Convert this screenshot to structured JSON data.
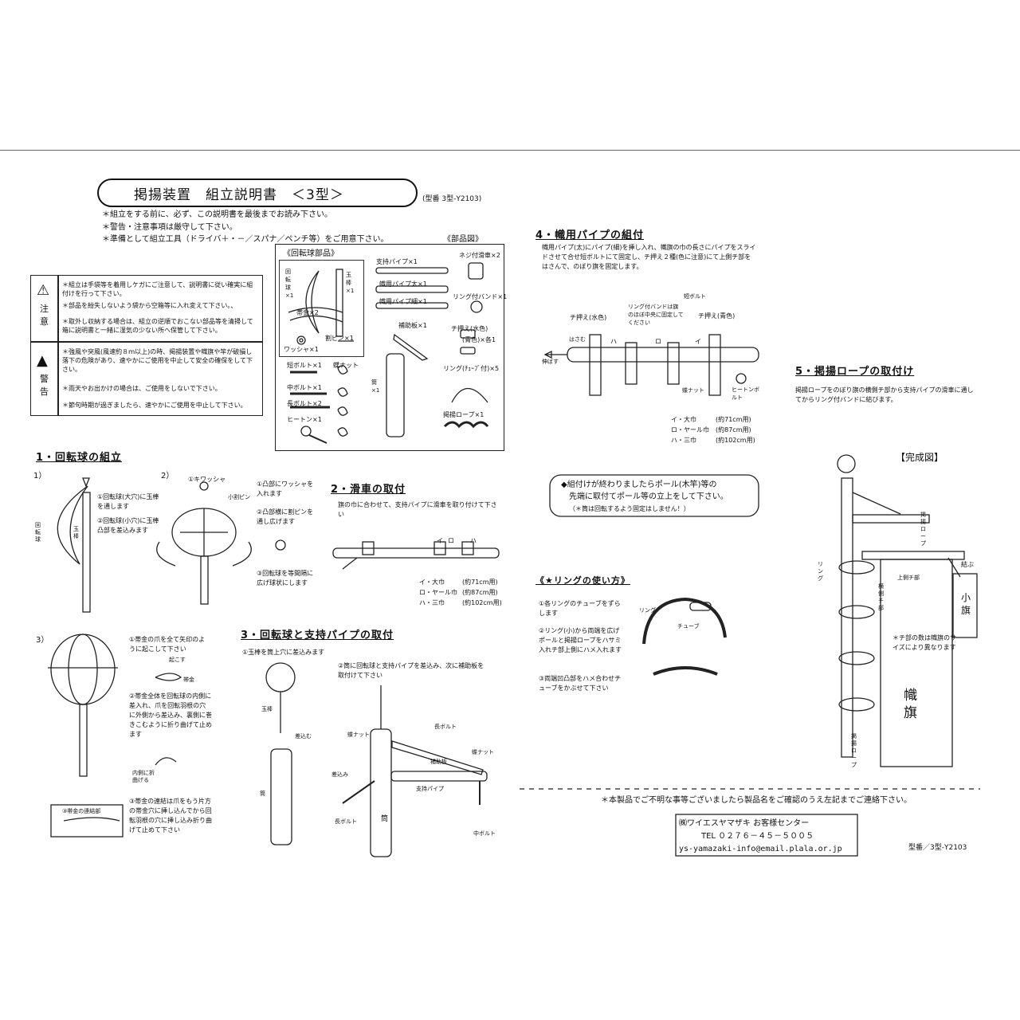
{
  "title": "掲揚装置　組立説明書　＜3型＞",
  "model_note": "(型番 3型-Y2103)",
  "intro": [
    "＊組立をする前に、必ず、この説明書を最後までお読み下さい。",
    "＊警告・注意事項は厳守して下さい。",
    "＊準備として組立工具（ドライバ＋・－／スパナ／ペンチ等）をご用意下さい。"
  ],
  "parts_heading": "《部品図》",
  "caution": {
    "label": "注意",
    "items": [
      "＊組立は手袋等を着用しケガにご注意して、説明書に従い確実に組付けを行って下さい。",
      "＊部品を紛失しないよう袋から空箱等に入れ変えて下さい。、",
      "＊取外し収納する場合は、組立の逆順でおこない部品等を清掃して箱に説明書と一緒に湿気の少ない所へ保管して下さい。"
    ]
  },
  "warning": {
    "label": "警告",
    "items": [
      "＊強風や突風(風速約８ｍ以上)の時、掲揚装置や幟旗や竿が破損し落下の危険があり、速やかにご使用を中止して安全の確保をして下さい。",
      "＊雨天やお出かけの場合は、ご使用をしないで下さい。",
      "＊節句時期が過ぎましたら、速やかにご使用を中止して下さい。"
    ]
  },
  "parts": {
    "sphere_heading": "《回転球部品》",
    "labels": {
      "kaitenkyu": "回転球×1",
      "tamabo": "玉棒×1",
      "obigane": "帯金×2",
      "washer": "ワッシャ×1",
      "warpin": "割ピン×1",
      "shiji": "支持パイプ×1",
      "nobori_futo": "幟用パイプ太×1",
      "nobori_hoso": "幟用パイプ細×1",
      "hojoban": "補助板×1",
      "tsutsu": "筒×1",
      "neji_kassha": "ネジ付滑車×2",
      "ring_band": "リング付バンド×1",
      "chiosae": "チ押え(水色)",
      "chiosae2": "(青色)×各1",
      "ring_tube": "リング(ﾁｭｰﾌﾞ付)×5",
      "rope": "掲揚ロープ×1",
      "tan_bolt": "短ボルト×1",
      "choh_nut": "蝶ナット",
      "naka_bolt": "中ボルト×1",
      "naga_bolt": "長ボルト×2",
      "hiton": "ヒートン×1"
    }
  },
  "s1": {
    "heading": "1・回転球の組立",
    "n1": "1）",
    "n2": "2）",
    "n3": "3）",
    "step1_a": "①回転球(大穴)に玉棒を通します",
    "step1_b": "②回転球(小穴)に玉棒凸部を差込みます",
    "washer_label": "①キワッシャ",
    "kowaripin": "小割ピン",
    "step2_a": "①凸部にワッシャを入れます",
    "step2_b": "②凸部横に割ピンを通し広げます",
    "step2_c": "③回転球を等間隔に広げ球状にします",
    "step3_a": "①帯金の爪を全て矢印のように起こして下さい",
    "okosu": "起こす",
    "obigane_lbl": "帯金",
    "step3_b": "②帯金全体を回転球の内側に差入れ、爪を回転羽根の穴に外側から差込み、裏側に巻きこむように折り曲げて止めます",
    "uchigawa": "内側に折曲げる",
    "renketsu": "③帯金の連結部",
    "step3_c": "③帯金の連結は爪をもう片方の帯金穴に挿し込んでから回転羽根の穴に挿し込み折り曲げて止めて下さい",
    "kaitenkyu_side": "回転球",
    "tamabo_side": "玉棒"
  },
  "s2": {
    "heading": "2・滑車の取付",
    "text": "旗の巾に合わせて、支持パイプに滑車を取り付けて下さい",
    "i": "イ・大巾",
    "i_v": "(約71cm用)",
    "ro": "ロ・ヤール巾",
    "ro_v": "(約87cm用)",
    "ha": "ハ・三巾",
    "ha_v": "(約102cm用)",
    "mark_i": "イ",
    "mark_ro": "ロ",
    "mark_ha": "ハ"
  },
  "s3": {
    "heading": "3・回転球と支持パイプの取付",
    "step1": "①玉棒を筒上穴に差込みます",
    "step2": "②筒に回転球と支持パイプを差込み、次に補助板を取付けて下さい",
    "tamabo": "玉棒",
    "sashikomu": "差込む",
    "tsutsu": "筒",
    "choh_nut": "蝶ナット",
    "naga_bolt": "長ボルト",
    "hojoban": "補助板",
    "shiji": "支持パイプ",
    "sashikomi": "差込み",
    "naga_bolt2": "長ボルト",
    "tsutsu_big": "筒",
    "naka_bolt": "中ボルト",
    "choh_nut2": "蝶ナット"
  },
  "s4": {
    "heading": "4・幟用パイプの組付",
    "text": "幟用パイプ(太)にパイプ(細)を挿し入れ、幟旗の巾の長さにパイプをスライドさせて合せ短ボルトにて固定し、チ押え２種(色に注意)にて上側チ部をはさんで、のぼり旗を固定します。",
    "mizu": "チ押え(水色)",
    "ao": "チ押え(青色)",
    "hasamu": "はさむ",
    "nobasu": "伸ばす",
    "ring_band": "リング付バンドは旗のほぼ中央に固定してください",
    "tan_bolt": "短ボルト",
    "choh_nut": "蝶ナット",
    "hiton": "ヒートンボルト",
    "i": "イ・大巾",
    "i_v": "(約71cm用)",
    "ro": "ロ・ヤール巾",
    "ro_v": "(約87cm用)",
    "ha": "ハ・三巾",
    "ha_v": "(約102cm用)",
    "mark_i": "イ",
    "mark_ro": "ロ",
    "mark_ha": "ハ"
  },
  "notice": {
    "line1": "◆組付けが終わりましたらポール(木竿)等の",
    "line2": "先端に取付てポール等の立上をして下さい。",
    "line3": "（＊筒は回転するよう固定はしません！）"
  },
  "ring": {
    "heading": "《★リングの使い方》",
    "s1": "①各リングのチューブをずらします",
    "s2": "②リング(小)から両端を広げポールと掲揚ロープをハサミ入れチ部上側にハメ入れます",
    "s3": "③両端凹凸部をハメ合わせチューブをかぶせて下さい",
    "ring_lbl": "リング",
    "tube_lbl": "チューブ"
  },
  "s5": {
    "heading": "5・掲揚ロープの取付け",
    "text": "掲揚ロープをのぼり旗の横側チ部から支持パイプの滑車に通してからリング付バンドに結びます。",
    "complete": "【完成図】",
    "rope": "掲揚ロープ",
    "musubu": "結ぶ",
    "ring": "リング",
    "kogata": "小旗",
    "nobori": "幟旗",
    "uegawa": "上側チ部",
    "yokogawa": "横側チ部",
    "note": "＊チ部の数は幟旗のサイズにより異なります",
    "rope2": "掲揚ロープ"
  },
  "footer": {
    "contact": "＊本製品でご不明な事等ございましたら製品名をご確認のうえ左記までご連絡下さい。",
    "company": "㈱ワイエスヤマザキ お客様センター",
    "tel": "TEL ０２７６－４５－５００５",
    "email": "ys-yamazaki-info@email.plala.or.jp",
    "model": "型番／3型-Y2103"
  }
}
